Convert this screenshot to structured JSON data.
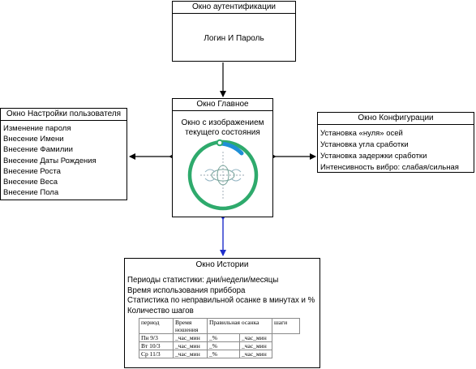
{
  "auth": {
    "title": "Окно аутентификации",
    "body": "Логин И Пароль"
  },
  "main": {
    "title": "Окно Главное",
    "subtitle_line1": "Окно с изображением",
    "subtitle_line2": "текущего состояния"
  },
  "user": {
    "title": "Окно Настройки пользователя",
    "items": [
      "Изменение пароля",
      "Внесение Имени",
      "Внесение Фамилии",
      "Внесение Даты Рождения",
      "Внесение Роста",
      "Внесение Веса",
      "Внесение Пола"
    ]
  },
  "config": {
    "title": "Окно Конфигурации",
    "items": [
      "Установка «нуля» осей",
      "Установка угла сработки",
      "Установка задержки сработки",
      "Интенсивность вибро: слабая/сильная"
    ]
  },
  "history": {
    "title": "Окно Истории",
    "items": [
      "Периоды статистики: дни/недели/месяцы",
      "Время использования приббора",
      "Статистика по неправильной осанке в минутах и %",
      "Количество шагов"
    ],
    "table": {
      "headers": [
        "период",
        "Время ношения",
        "Правильная осанка",
        "шаги"
      ],
      "rows": [
        [
          "Пн 9/3",
          "_час_мин",
          "_%",
          "_час_мин"
        ],
        [
          "Вт 10/3",
          "_час_мин",
          "_%",
          "_час_мин"
        ],
        [
          "Ср 11/3",
          "_час_мин",
          "_%",
          "_час_мин"
        ]
      ]
    }
  },
  "colors": {
    "gauge_green": "#2eaa6c",
    "gauge_blue": "#1e8fd6",
    "link_blue": "#1f2ecb",
    "line_black": "#000000"
  }
}
